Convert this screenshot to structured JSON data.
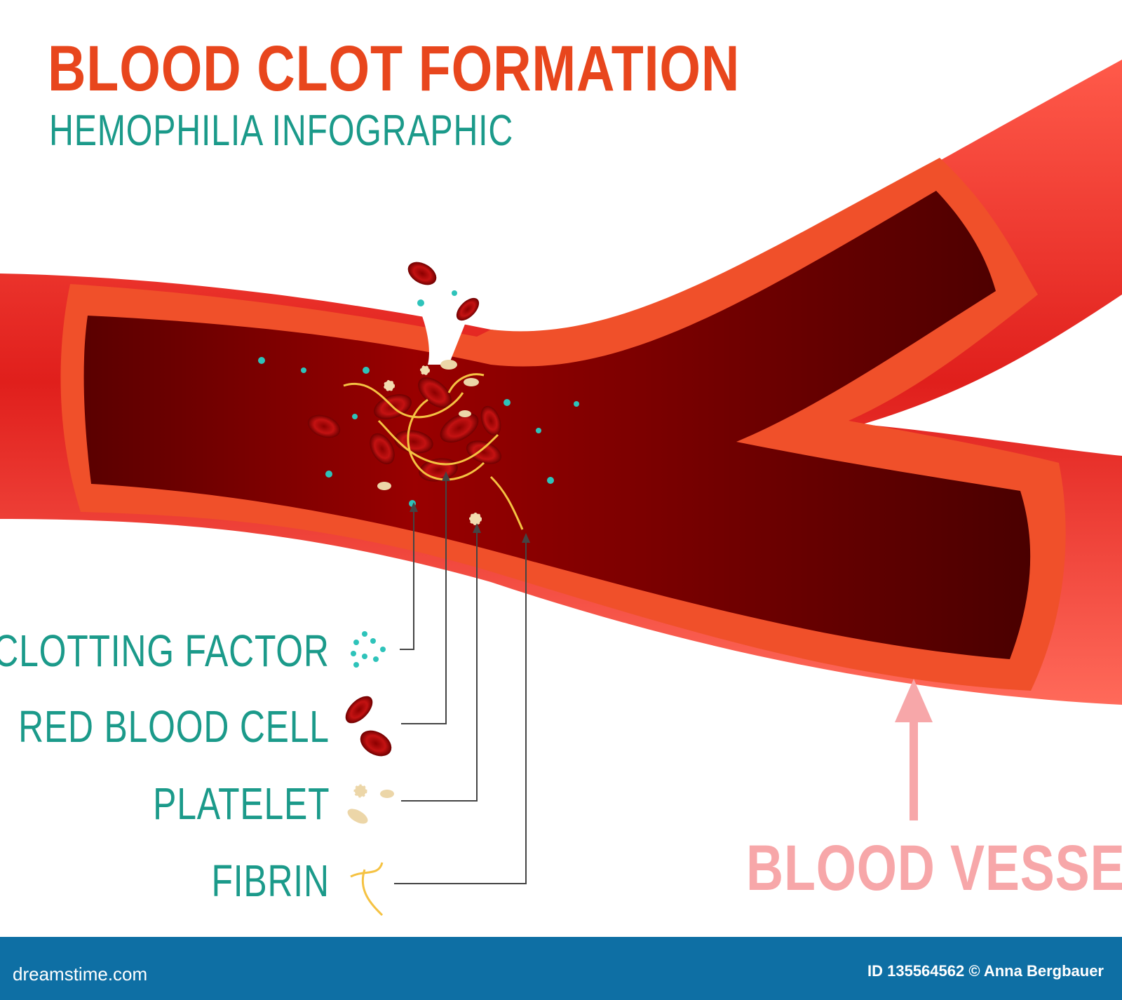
{
  "header": {
    "title": "BLOOD CLOT FORMATION",
    "subtitle": "HEMOPHILIA INFOGRAPHIC"
  },
  "legend": {
    "items": [
      {
        "label": "CLOTTING FACTOR",
        "icon": "clotting-factor-icon"
      },
      {
        "label": "RED BLOOD CELL",
        "icon": "red-blood-cell-icon"
      },
      {
        "label": "PLATELET",
        "icon": "platelet-icon"
      },
      {
        "label": "FIBRIN",
        "icon": "fibrin-icon"
      }
    ]
  },
  "vessel_label": "BLOOD VESSEL",
  "footer": {
    "site": "dreamstime.com",
    "credit": "ID 135564562 © Anna Bergbauer"
  },
  "colors": {
    "title": "#e8461d",
    "subtitle": "#1b9a8a",
    "legend_text": "#1b9a8a",
    "vessel_label": "#f7a7a9",
    "vessel_wall": "#e8321f",
    "vessel_rim": "#f0502a",
    "vessel_lumen": "#8b0000",
    "footer_bg": "#0e6fa4",
    "footer_text": "#ffffff"
  }
}
